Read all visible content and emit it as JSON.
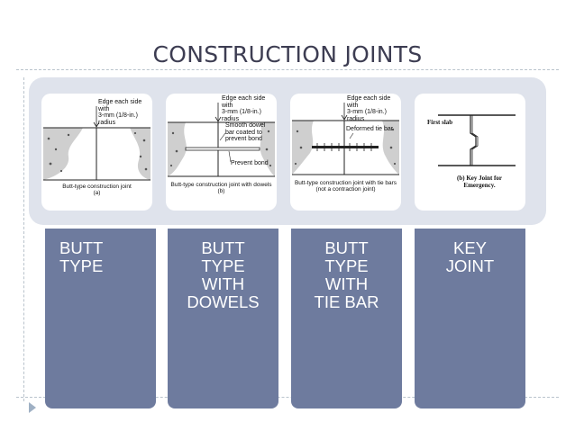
{
  "slide": {
    "title": "CONSTRUCTION JOINTS"
  },
  "panels": [
    {
      "label_lines": [
        "BUTT",
        "TYPE"
      ],
      "figure": {
        "callout": [
          "Edge each side with",
          "3-mm (1/8-in.) radius"
        ],
        "caption": [
          "Butt-type construction joint",
          "(a)"
        ]
      }
    },
    {
      "label_lines": [
        "BUTT",
        "TYPE",
        "WITH",
        "DOWELS"
      ],
      "figure": {
        "callout": [
          "Edge each side with",
          "3-mm (1/8-in.) radius"
        ],
        "note_dowel": [
          "Smooth dowel",
          "bar coated to",
          "prevent bond"
        ],
        "note_prevent": "Prevent bond",
        "caption": [
          "Butt-type construction joint with dowels",
          "(b)"
        ]
      }
    },
    {
      "label_lines": [
        "BUTT",
        "TYPE",
        "WITH",
        "TIE BAR"
      ],
      "figure": {
        "callout": [
          "Edge each side with",
          "3-mm (1/8-in.) radius"
        ],
        "note_bar": "Deformed tie bar",
        "caption": [
          "Butt-type construction joint with tie bars",
          "(not a contraction joint)"
        ]
      }
    },
    {
      "label_lines": [
        "KEY",
        "JOINT"
      ],
      "figure": {
        "slab_label": "First slab",
        "caption": [
          "(b)  Key Joint for",
          "Emergency."
        ]
      }
    }
  ]
}
